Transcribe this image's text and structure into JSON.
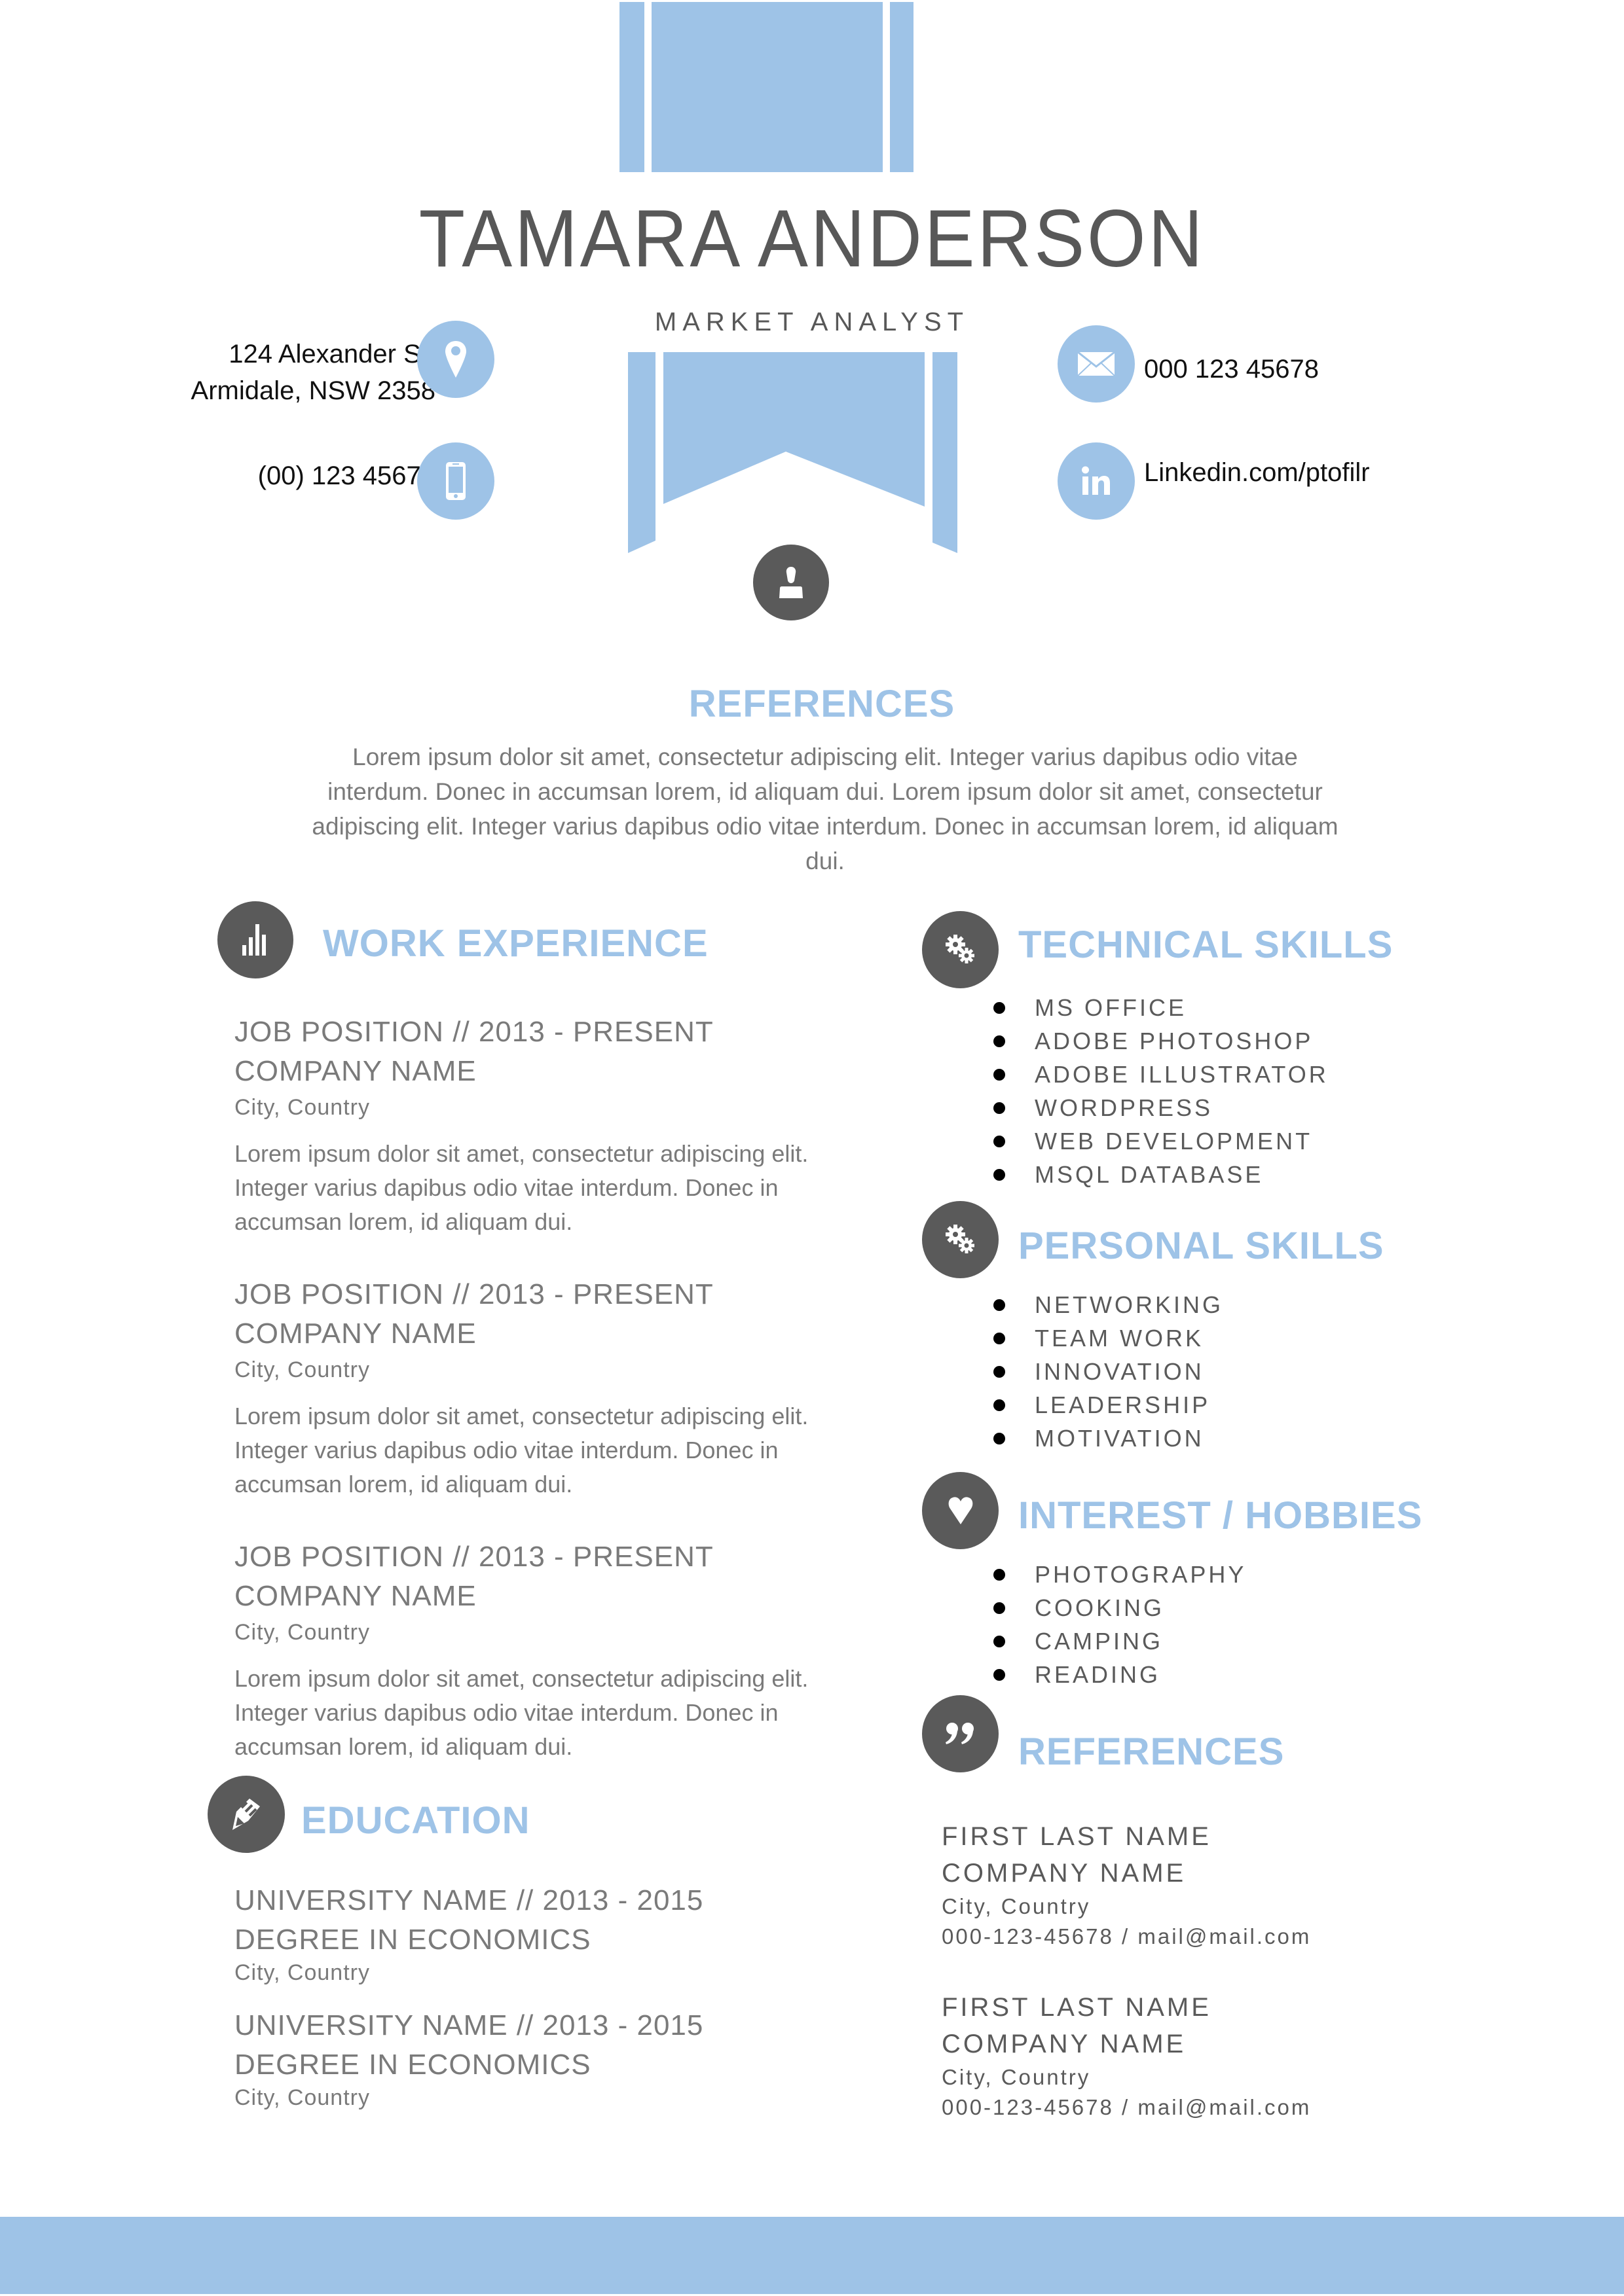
{
  "header": {
    "name": "TAMARA ANDERSON",
    "title": "MARKET ANALYST"
  },
  "contact": {
    "address_line1": "124 Alexander St.",
    "address_line2": "Armidale, NSW 2358",
    "phone": "(00) 123 45678",
    "fax": "000 123 45678",
    "linkedin": "Linkedin.com/ptofilr",
    "icons": [
      "location-pin-icon",
      "mobile-phone-icon",
      "envelope-icon",
      "linkedin-icon",
      "person-icon"
    ]
  },
  "intro": {
    "heading": "REFERENCES",
    "lines": [
      "Lorem ipsum dolor sit amet, consectetur adipiscing elit. Integer varius dapibus odio vitae",
      "interdum. Donec in accumsan lorem, id aliquam dui. Lorem ipsum dolor sit amet, consectetur",
      "adipiscing elit. Integer varius dapibus odio vitae interdum. Donec in accumsan lorem, id aliquam",
      "dui."
    ]
  },
  "work_experience": {
    "heading": "WORK EXPERIENCE",
    "icon": "bar-chart-icon",
    "entries": [
      {
        "position": "JOB POSITION // 2013 - PRESENT",
        "company": "COMPANY NAME",
        "location": "City, Country",
        "desc": [
          "Lorem ipsum dolor sit amet, consectetur adipiscing elit.",
          "Integer varius dapibus odio vitae interdum. Donec in",
          "accumsan lorem, id aliquam dui."
        ]
      },
      {
        "position": "JOB POSITION // 2013 - PRESENT",
        "company": "COMPANY NAME",
        "location": "City, Country",
        "desc": [
          "Lorem ipsum dolor sit amet, consectetur adipiscing elit.",
          "Integer varius dapibus odio vitae interdum. Donec in",
          "accumsan lorem, id aliquam dui."
        ]
      },
      {
        "position": "JOB POSITION // 2013 - PRESENT",
        "company": "COMPANY NAME",
        "location": "City, Country",
        "desc": [
          "Lorem ipsum dolor sit amet, consectetur adipiscing elit.",
          "Integer varius dapibus odio vitae interdum. Donec in",
          "accumsan lorem, id aliquam dui."
        ]
      }
    ]
  },
  "education": {
    "heading": "EDUCATION",
    "icon": "pencil-icon",
    "entries": [
      {
        "school": "UNIVERSITY NAME // 2013 - 2015",
        "degree": "DEGREE IN ECONOMICS",
        "location": "City, Country"
      },
      {
        "school": "UNIVERSITY NAME // 2013 - 2015",
        "degree": "DEGREE IN ECONOMICS",
        "location": "City, Country"
      }
    ]
  },
  "technical_skills": {
    "heading": "TECHNICAL SKILLS",
    "icon": "gears-icon",
    "items": [
      "MS OFFICE",
      "ADOBE PHOTOSHOP",
      "ADOBE ILLUSTRATOR",
      "WORDPRESS",
      "WEB DEVELOPMENT",
      "MSQL DATABASE"
    ]
  },
  "personal_skills": {
    "heading": "PERSONAL SKILLS",
    "icon": "gears-icon",
    "items": [
      "NETWORKING",
      "TEAM WORK",
      "INNOVATION",
      "LEADERSHIP",
      "MOTIVATION"
    ]
  },
  "hobbies": {
    "heading": "INTEREST / HOBBIES",
    "icon": "heart-icon",
    "items": [
      "PHOTOGRAPHY",
      "COOKING",
      "CAMPING",
      "READING"
    ]
  },
  "references": {
    "heading": "REFERENCES",
    "icon": "quote-icon",
    "entries": [
      {
        "name": "FIRST LAST NAME",
        "company": "COMPANY NAME",
        "location": "City, Country",
        "contact": "000-123-45678 / mail@mail.com"
      },
      {
        "name": "FIRST LAST NAME",
        "company": "COMPANY NAME",
        "location": "City, Country",
        "contact": "000-123-45678 / mail@mail.com"
      }
    ]
  },
  "colors": {
    "accent": "#9EC3E7",
    "dark_icon": "#5A5A5A",
    "heading_text": "#585858",
    "body_text": "#7A7A7A"
  }
}
